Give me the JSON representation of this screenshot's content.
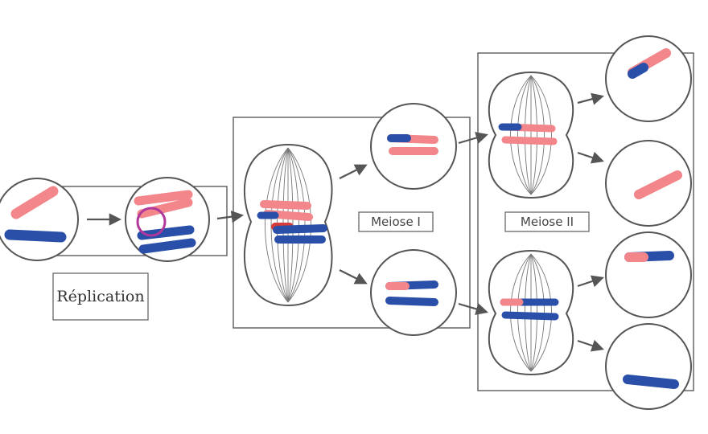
{
  "labels": {
    "replication": "Réplication",
    "meiosis1": "Meiose I",
    "meiosis2": "Meiose II"
  },
  "colors": {
    "maternal": "#f2868a",
    "paternal": "#2a4fa8",
    "crossover_red": "#d63b3b",
    "highlight_circle": "#b0389a",
    "cell_outline": "#555555",
    "box_outline": "#666666",
    "arrow": "#555555",
    "spindle": "#666666"
  }
}
